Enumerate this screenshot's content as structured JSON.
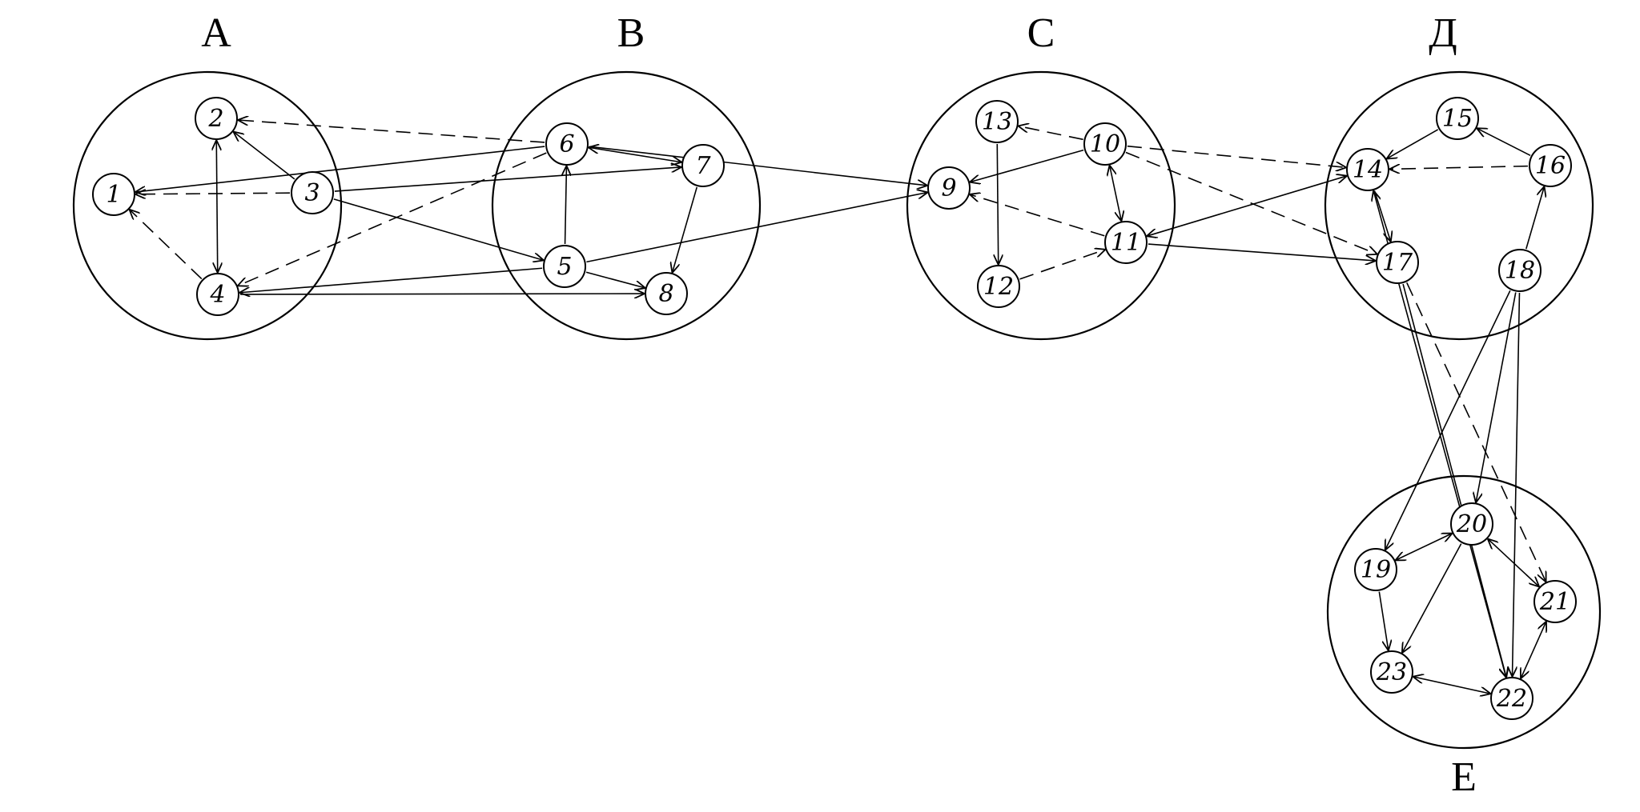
{
  "diagram": {
    "clusters": [
      {
        "id": "A",
        "label": "А"
      },
      {
        "id": "B",
        "label": "В"
      },
      {
        "id": "C",
        "label": "С"
      },
      {
        "id": "D",
        "label": "Д"
      },
      {
        "id": "E",
        "label": "Е"
      }
    ],
    "nodes": [
      {
        "id": 1,
        "label": "1"
      },
      {
        "id": 2,
        "label": "2"
      },
      {
        "id": 3,
        "label": "3"
      },
      {
        "id": 4,
        "label": "4"
      },
      {
        "id": 5,
        "label": "5"
      },
      {
        "id": 6,
        "label": "6"
      },
      {
        "id": 7,
        "label": "7"
      },
      {
        "id": 8,
        "label": "8"
      },
      {
        "id": 9,
        "label": "9"
      },
      {
        "id": 10,
        "label": "10"
      },
      {
        "id": 11,
        "label": "11"
      },
      {
        "id": 12,
        "label": "12"
      },
      {
        "id": 13,
        "label": "13"
      },
      {
        "id": 14,
        "label": "14"
      },
      {
        "id": 15,
        "label": "15"
      },
      {
        "id": 16,
        "label": "16"
      },
      {
        "id": 17,
        "label": "17"
      },
      {
        "id": 18,
        "label": "18"
      },
      {
        "id": 19,
        "label": "19"
      },
      {
        "id": 20,
        "label": "20"
      },
      {
        "id": 21,
        "label": "21"
      },
      {
        "id": 22,
        "label": "22"
      },
      {
        "id": 23,
        "label": "23"
      }
    ],
    "edges": [
      {
        "from": 2,
        "to": 4,
        "dir": "both",
        "style": "solid"
      },
      {
        "from": 3,
        "to": 2,
        "dir": "forward",
        "style": "solid"
      },
      {
        "from": 3,
        "to": 1,
        "dir": "forward",
        "style": "dashed"
      },
      {
        "from": 4,
        "to": 1,
        "dir": "forward",
        "style": "dashed"
      },
      {
        "from": 6,
        "to": 2,
        "dir": "forward",
        "style": "dashed"
      },
      {
        "from": 6,
        "to": 1,
        "dir": "forward",
        "style": "solid"
      },
      {
        "from": 3,
        "to": 7,
        "dir": "forward",
        "style": "solid"
      },
      {
        "from": 3,
        "to": 5,
        "dir": "forward",
        "style": "solid"
      },
      {
        "from": 5,
        "to": 4,
        "dir": "forward",
        "style": "solid"
      },
      {
        "from": 4,
        "to": 8,
        "dir": "forward",
        "style": "solid"
      },
      {
        "from": 6,
        "to": 4,
        "dir": "forward",
        "style": "dashed"
      },
      {
        "from": 6,
        "to": 7,
        "dir": "both",
        "style": "solid"
      },
      {
        "from": 5,
        "to": 6,
        "dir": "forward",
        "style": "solid"
      },
      {
        "from": 5,
        "to": 8,
        "dir": "forward",
        "style": "solid"
      },
      {
        "from": 7,
        "to": 8,
        "dir": "forward",
        "style": "solid"
      },
      {
        "from": 6,
        "to": 9,
        "dir": "forward",
        "style": "solid"
      },
      {
        "from": 5,
        "to": 9,
        "dir": "forward",
        "style": "solid"
      },
      {
        "from": 10,
        "to": 13,
        "dir": "forward",
        "style": "dashed"
      },
      {
        "from": 10,
        "to": 9,
        "dir": "forward",
        "style": "solid"
      },
      {
        "from": 11,
        "to": 9,
        "dir": "forward",
        "style": "dashed"
      },
      {
        "from": 10,
        "to": 11,
        "dir": "both",
        "style": "solid"
      },
      {
        "from": 13,
        "to": 12,
        "dir": "forward",
        "style": "solid"
      },
      {
        "from": 12,
        "to": 11,
        "dir": "forward",
        "style": "dashed"
      },
      {
        "from": 10,
        "to": 14,
        "dir": "forward",
        "style": "dashed"
      },
      {
        "from": 10,
        "to": 17,
        "dir": "forward",
        "style": "dashed"
      },
      {
        "from": 11,
        "to": 14,
        "dir": "both",
        "style": "solid"
      },
      {
        "from": 11,
        "to": 17,
        "dir": "forward",
        "style": "solid"
      },
      {
        "from": 15,
        "to": 14,
        "dir": "forward",
        "style": "solid"
      },
      {
        "from": 16,
        "to": 15,
        "dir": "forward",
        "style": "solid"
      },
      {
        "from": 16,
        "to": 14,
        "dir": "forward",
        "style": "dashed"
      },
      {
        "from": 18,
        "to": 16,
        "dir": "forward",
        "style": "solid"
      },
      {
        "from": 14,
        "to": 17,
        "dir": "forward",
        "style": "solid"
      },
      {
        "from": 17,
        "to": 21,
        "dir": "forward",
        "style": "dashed"
      },
      {
        "from": 17,
        "to": 22,
        "dir": "forward",
        "style": "solid"
      },
      {
        "from": 14,
        "to": 22,
        "dir": "both",
        "style": "solid"
      },
      {
        "from": 18,
        "to": 19,
        "dir": "forward",
        "style": "solid"
      },
      {
        "from": 18,
        "to": 20,
        "dir": "forward",
        "style": "solid"
      },
      {
        "from": 18,
        "to": 22,
        "dir": "forward",
        "style": "solid"
      },
      {
        "from": 20,
        "to": 19,
        "dir": "both",
        "style": "solid"
      },
      {
        "from": 20,
        "to": 21,
        "dir": "both",
        "style": "solid"
      },
      {
        "from": 20,
        "to": 23,
        "dir": "forward",
        "style": "solid"
      },
      {
        "from": 19,
        "to": 23,
        "dir": "forward",
        "style": "solid"
      },
      {
        "from": 23,
        "to": 22,
        "dir": "both",
        "style": "solid"
      },
      {
        "from": 21,
        "to": 22,
        "dir": "both",
        "style": "solid"
      }
    ]
  }
}
